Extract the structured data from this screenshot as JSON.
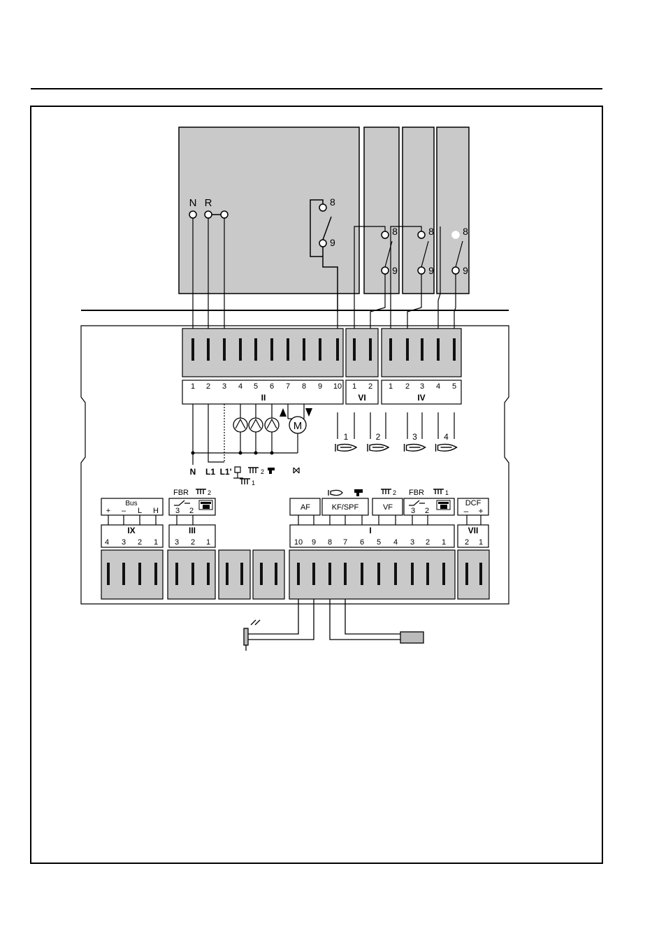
{
  "top_unit": {
    "labels": [
      "N",
      "R"
    ],
    "switch_terminals": [
      "8",
      "9"
    ]
  },
  "side_modules": {
    "switch_terminals": [
      "8",
      "9"
    ]
  },
  "terminal_block_II": {
    "numbers": [
      "1",
      "2",
      "3",
      "4",
      "5",
      "6",
      "7",
      "8",
      "9",
      "10"
    ],
    "roman": "II",
    "motor": "M",
    "bottom_labels": [
      "N",
      "L1",
      "L1'"
    ],
    "symbol_sub": {
      "heat2": "2",
      "heat1": "1"
    }
  },
  "terminal_block_VI": {
    "numbers": [
      "1",
      "2"
    ],
    "roman": "VI"
  },
  "terminal_block_IV": {
    "numbers": [
      "1",
      "2",
      "3",
      "4",
      "5"
    ],
    "roman": "IV"
  },
  "burner_stages": [
    "1",
    "2",
    "3",
    "4"
  ],
  "terminal_block_IX": {
    "header": "Bus",
    "signs": [
      "+",
      "–",
      "L",
      "H"
    ],
    "numbers": [
      "4",
      "3",
      "2",
      "1"
    ],
    "roman": "IX"
  },
  "terminal_block_III": {
    "header": "FBR",
    "sub": "2",
    "top_numbers": [
      "3",
      "2"
    ],
    "numbers": [
      "3",
      "2",
      "1"
    ],
    "roman": "III"
  },
  "terminal_block_I": {
    "sensors": [
      "AF",
      "KF/SPF",
      "VF"
    ],
    "header_fbr": "FBR",
    "heat2_sub": "2",
    "heat1_sub": "1",
    "top_numbers": [
      "3",
      "2"
    ],
    "numbers": [
      "10",
      "9",
      "8",
      "7",
      "6",
      "5",
      "4",
      "3",
      "2",
      "1"
    ],
    "roman": "I"
  },
  "terminal_block_VII": {
    "header": "DCF",
    "signs": [
      "–",
      "+"
    ],
    "numbers": [
      "2",
      "1"
    ],
    "roman": "VII"
  }
}
